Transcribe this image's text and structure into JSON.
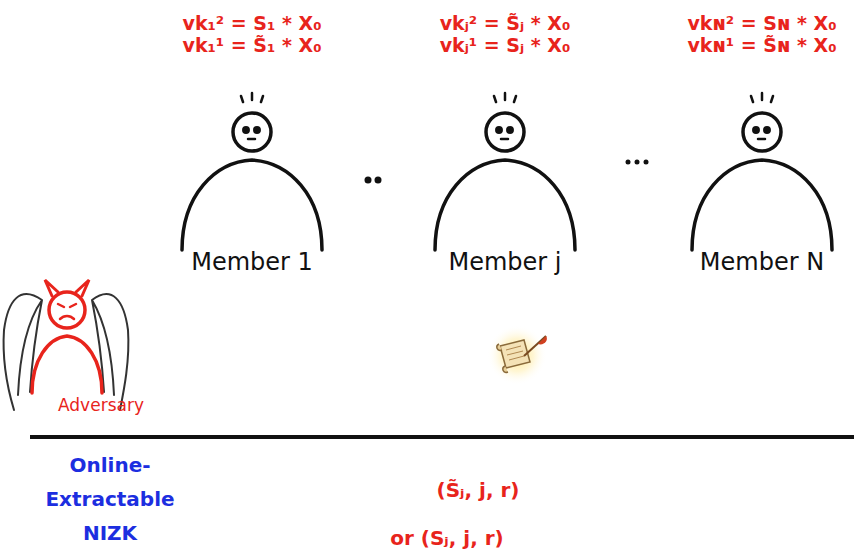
{
  "diagram": {
    "nodes": [
      {
        "text": [
          "vk₁² = S₁ * X₀",
          "vk₁¹ = S̃₁ * X₀",
          "Member 1"
        ]
      },
      {
        "text": [
          "vkⱼ² = S̃ⱼ * X₀",
          "vkⱼ¹ = Sⱼ * X₀",
          "Member j"
        ]
      },
      {
        "text": [
          "vkɴ² = Sɴ * X₀",
          "vkɴ¹ = S̃ɴ * X₀",
          "Member N"
        ]
      },
      {
        "text": [
          "Adversary"
        ]
      }
    ],
    "labels": [
      "Online- Extractable NIZK",
      "(S̃ⱼ, j, r)",
      "or (Sⱼ, j, r)"
    ]
  }
}
